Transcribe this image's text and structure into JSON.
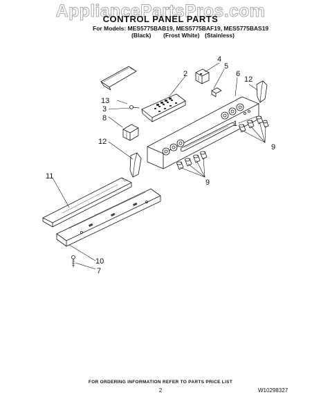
{
  "watermark": "AppliancePartsPros.com",
  "header": {
    "title": "CONTROL PANEL PARTS",
    "models_line": "For Models: MES5775BAB19, MES5775BAF19, MES5775BAS19",
    "colors": [
      "(Black)",
      "(Frost White)",
      "(Stainless)"
    ]
  },
  "callouts": {
    "c1": "1",
    "c2": "2",
    "c3": "3",
    "c4": "4",
    "c5": "5",
    "c6": "6",
    "c7": "7",
    "c8": "8",
    "c9a": "9",
    "c9b": "9",
    "c10": "10",
    "c11": "11",
    "c12a": "12",
    "c12b": "12",
    "c13": "13"
  },
  "footer": {
    "ordering_info": "FOR ORDERING INFORMATION REFER TO PARTS PRICE LIST",
    "page_number": "2",
    "document_number": "W10298327"
  }
}
